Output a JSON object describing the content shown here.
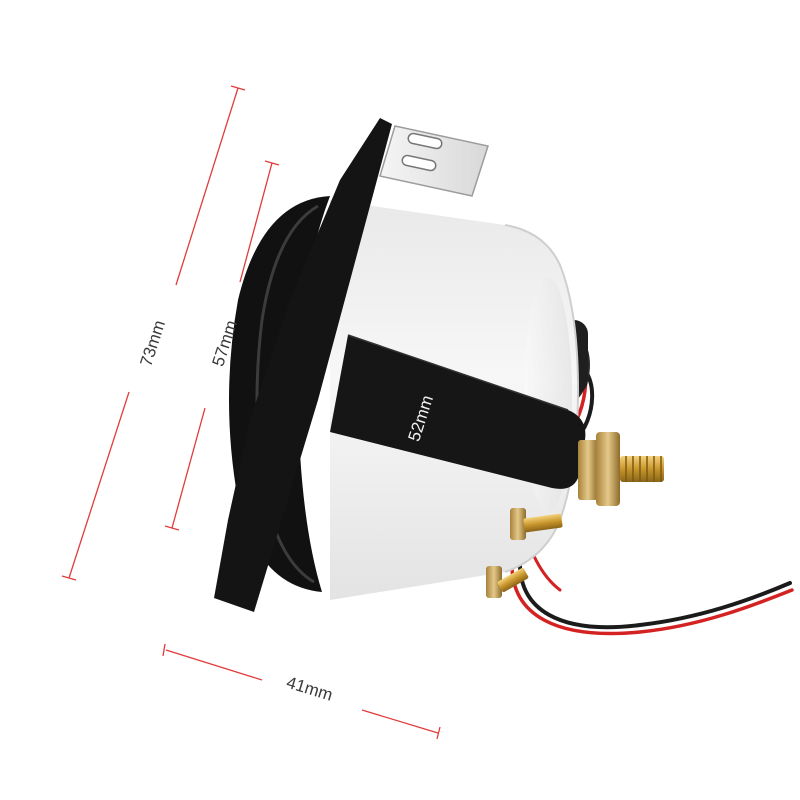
{
  "image": {
    "subject": "gauge-side-view",
    "background_color": "#ffffff",
    "dimension_line_color": "#e23b3b"
  },
  "dimensions": {
    "overall_height": "73mm",
    "bezel_height": "57mm",
    "body_diameter": "52mm",
    "depth": "41mm"
  }
}
